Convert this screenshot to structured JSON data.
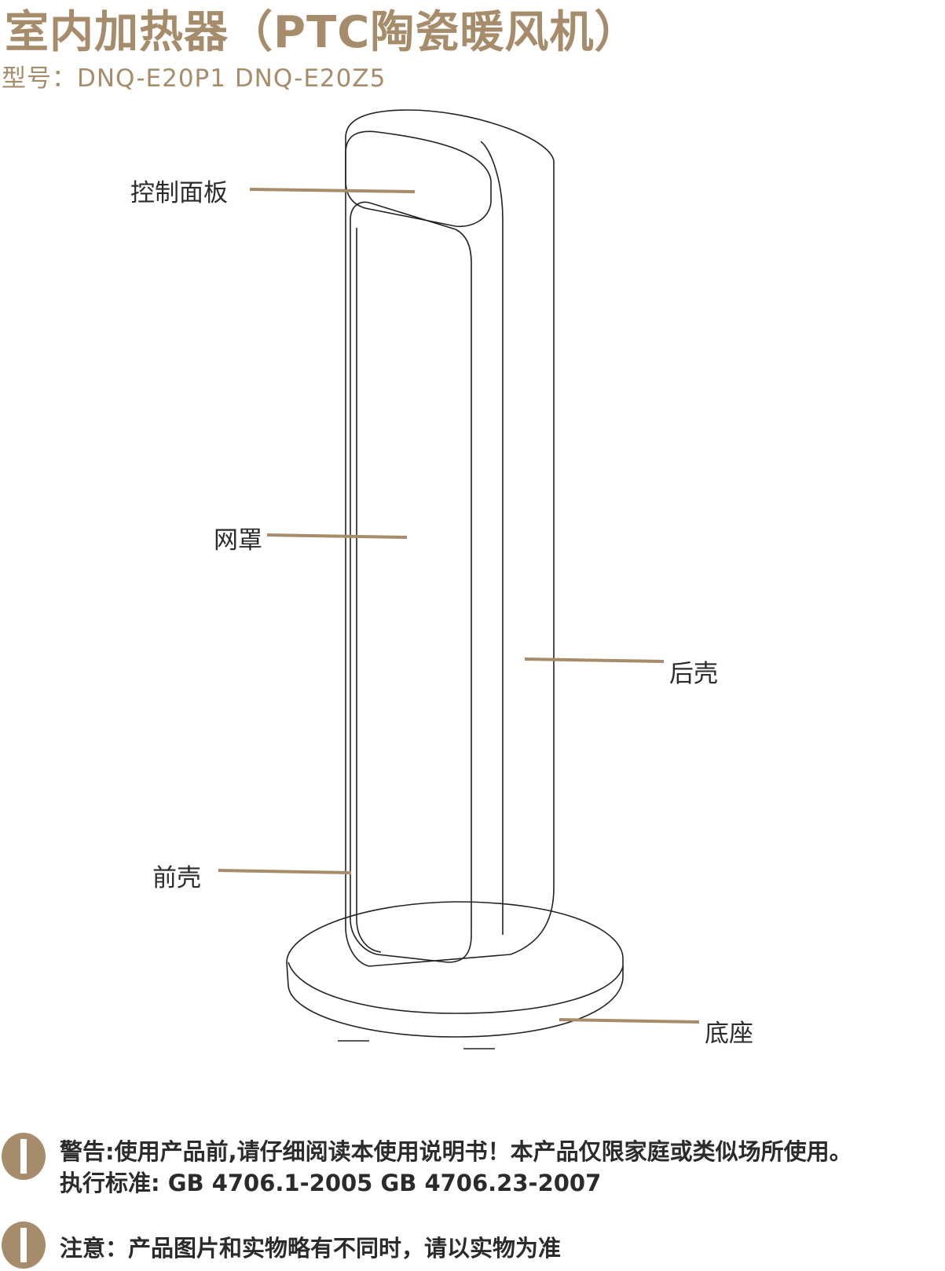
{
  "header": {
    "title": "室内加热器（PTC陶瓷暖风机）",
    "model": "型号：DNQ-E20P1 DNQ-E20Z5"
  },
  "diagram_labels": {
    "control_panel": "控制面板",
    "mesh_cover": "网罩",
    "rear_shell": "后壳",
    "front_shell": "前壳",
    "base": "底座"
  },
  "notes": {
    "warning": "警告:使用产品前,请仔细阅读本使用说明书！本产品仅限家庭或类似场所使用。",
    "standard": "执行标准: GB 4706.1-2005  GB 4706.23-2007",
    "notice": "注意：产品图片和实物略有不同时，请以实物为准"
  },
  "colors": {
    "accent": "#a78c6c",
    "text": "#2b2b2b"
  }
}
